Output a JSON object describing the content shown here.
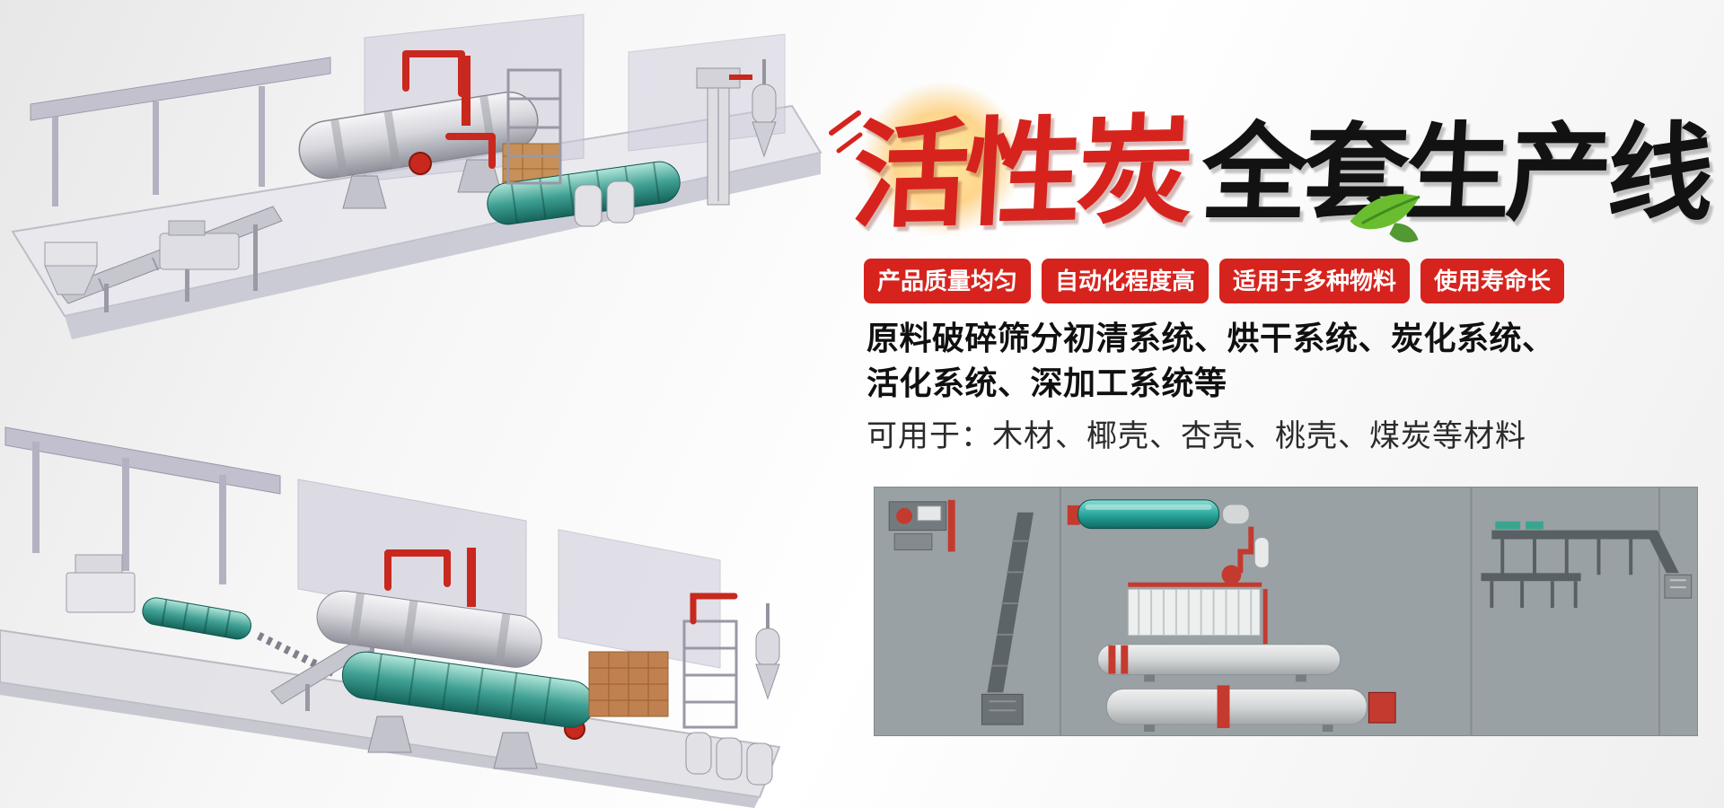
{
  "page": {
    "title": "活性炭全套生产线"
  },
  "hero": {
    "title_red": "活性炭",
    "title_black": "全套生产线",
    "badges": [
      {
        "label": "产品质量均匀"
      },
      {
        "label": "自动化程度高"
      },
      {
        "label": "适用于多种物料"
      },
      {
        "label": "使用寿命长"
      }
    ],
    "description": {
      "line1": "原料破碎筛分初清系统、烘干系统、炭化系统、",
      "line2": "活化系统、深加工系统等",
      "line3": "可用于：木材、椰壳、杏壳、桃壳、煤炭等材料"
    }
  },
  "illustrations": {
    "top_render": "activated-carbon-production-line-3d-render-top",
    "bottom_render": "activated-carbon-production-line-3d-render-bottom",
    "layout_diagram": "production-line-layout-diagram"
  },
  "colors": {
    "badge_red": "#d7231d",
    "title_red": "#d7231d",
    "title_black": "#121212",
    "pipe_red": "#c8281e",
    "machine_teal": "#2e9d92",
    "wall_purple": "#c2bfce",
    "diagram_bg": "#9aa1a5",
    "accent_green": "#69bd2f"
  }
}
